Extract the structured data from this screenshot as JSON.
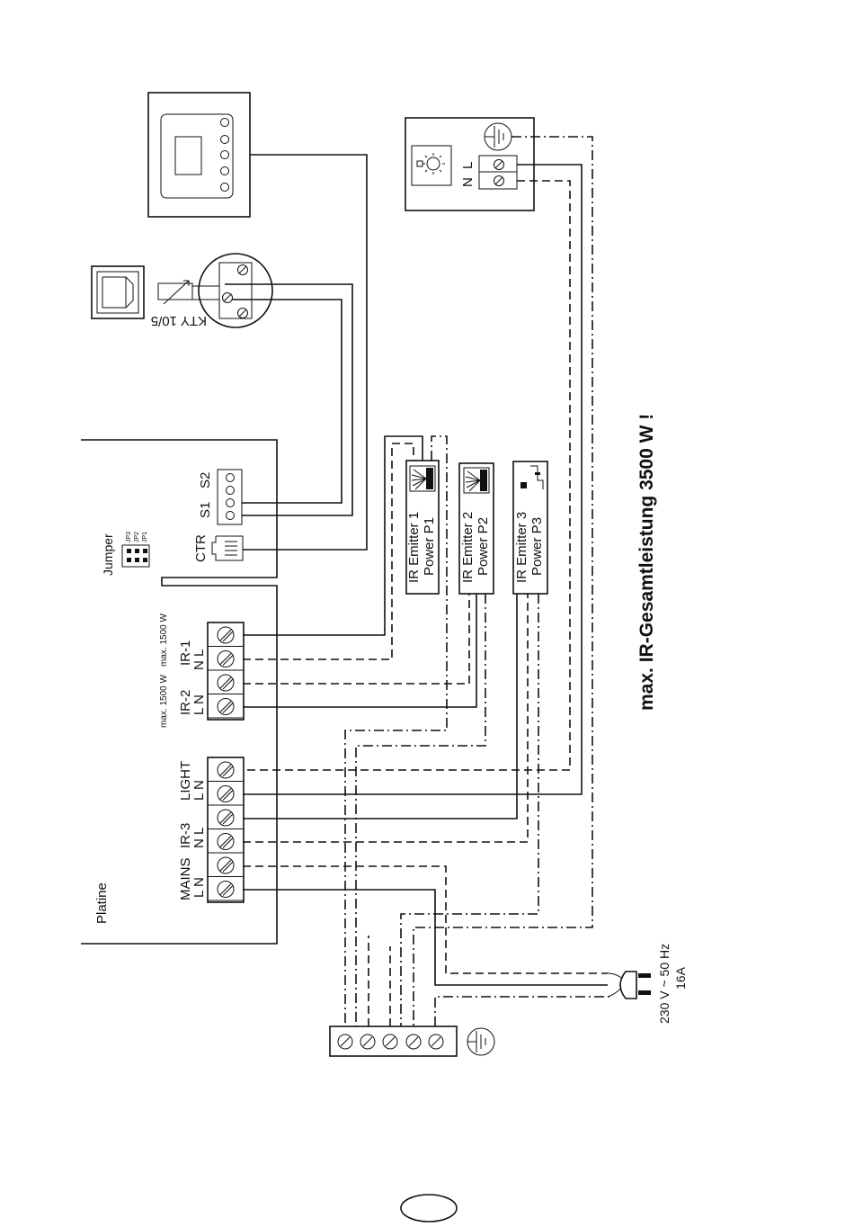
{
  "board": {
    "label": "Platine",
    "jumper": {
      "label": "Jumper",
      "pins": [
        "JP3",
        "JP2",
        "JP1"
      ]
    },
    "ctr_label": "CTR",
    "sensor_terminals": [
      "S1",
      "S2"
    ],
    "terminal_groups": [
      {
        "name": "IR-1",
        "letters": "N  L",
        "rating": "max. 1500 W"
      },
      {
        "name": "IR-2",
        "letters": "L  N",
        "rating": "max. 1500 W"
      },
      {
        "name": "LIGHT",
        "letters": "L  N"
      },
      {
        "name": "IR-3",
        "letters": "N  L"
      },
      {
        "name": "MAINS",
        "letters": "L  N"
      }
    ]
  },
  "sensor": {
    "label": "KTY 10/5"
  },
  "lamp": {
    "terminals": [
      "N",
      "L"
    ]
  },
  "emitters": [
    {
      "line1": "IR Emitter 1",
      "line2": "Power P1",
      "icon": "ir-emitter-icon",
      "badge": "IR"
    },
    {
      "line1": "IR Emitter 2",
      "line2": "Power P2",
      "icon": "ir-emitter-icon",
      "badge": "IR"
    },
    {
      "line1": "IR Emitter 3",
      "line2": "Power P3",
      "icon": "ir-heater-icon",
      "badge": "IR"
    }
  ],
  "plug": {
    "voltage": "230 V ~ 50 Hz",
    "current": "16A"
  },
  "total_power_note": "max. IR-Gesamtleistung 3500 W !",
  "icons": [
    "control-panel-icon",
    "sensor-housing-icon",
    "light-bulb-icon",
    "ground-icon",
    "mains-plug-icon",
    "screw-terminal-icon"
  ]
}
